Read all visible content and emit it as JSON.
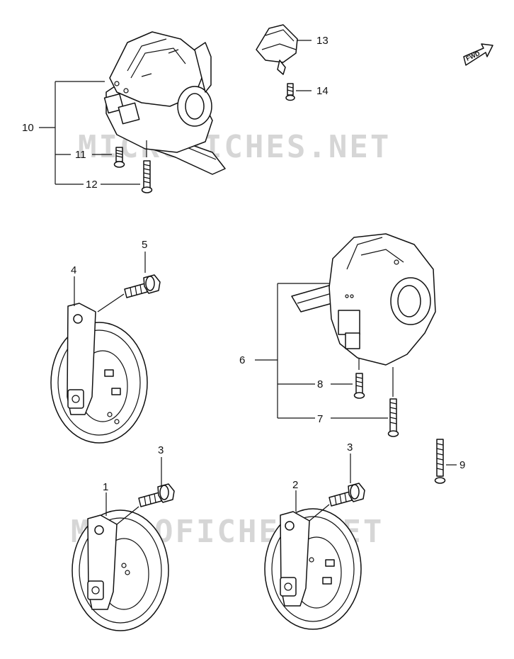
{
  "watermark": "MICROFICHES.NET",
  "direction_badge": "FWD",
  "callouts": [
    {
      "id": "c1",
      "label": "1"
    },
    {
      "id": "c2",
      "label": "2"
    },
    {
      "id": "c3a",
      "label": "3"
    },
    {
      "id": "c3b",
      "label": "3"
    },
    {
      "id": "c4",
      "label": "4"
    },
    {
      "id": "c5",
      "label": "5"
    },
    {
      "id": "c6",
      "label": "6"
    },
    {
      "id": "c7",
      "label": "7"
    },
    {
      "id": "c8",
      "label": "8"
    },
    {
      "id": "c9",
      "label": "9"
    },
    {
      "id": "c10",
      "label": "10"
    },
    {
      "id": "c11",
      "label": "11"
    },
    {
      "id": "c12",
      "label": "12"
    },
    {
      "id": "c13",
      "label": "13"
    },
    {
      "id": "c14",
      "label": "14"
    }
  ],
  "colors": {
    "line": "#111111",
    "watermark": "#d6d6d6",
    "background": "#ffffff"
  }
}
